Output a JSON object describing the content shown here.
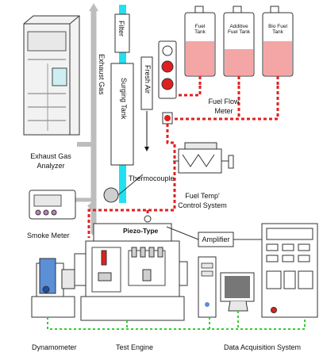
{
  "labels": {
    "filter": "Filter",
    "exhaust_gas": "Exhaust Gas",
    "surging_tank": "Surging Tank",
    "fresh_air": "Fresh Air",
    "exhaust_gas_analyzer": "Exhaust Gas\nAnalyzer",
    "fuel_tank": "Fuel\nTank",
    "additive_fuel_tank": "Additive\nFuel Tank",
    "bio_fuel_tank": "Bio Fuel\nTank",
    "fuel_flow_meter": "Fuel Flow\nMeter",
    "thermocouple": "Thermocouple",
    "fuel_temp_control_system": "Fuel Temp'\nControl System",
    "smoke_meter": "Smoke Meter",
    "piezo_type": "Piezo-Type",
    "amplifier": "Amplifier",
    "dynamometer": "Dynamometer",
    "test_engine": "Test Engine",
    "data_acquisition_system": "Data Acquisition System"
  },
  "colors": {
    "fuel_line": "#e02020",
    "signal_line": "#33cc33",
    "air_duct": "#22e0f0",
    "exhaust_pipe": "#bdbdbd",
    "fuel_liquid": "#f4a6a6",
    "dynamometer_blue": "#5b8fd6"
  }
}
